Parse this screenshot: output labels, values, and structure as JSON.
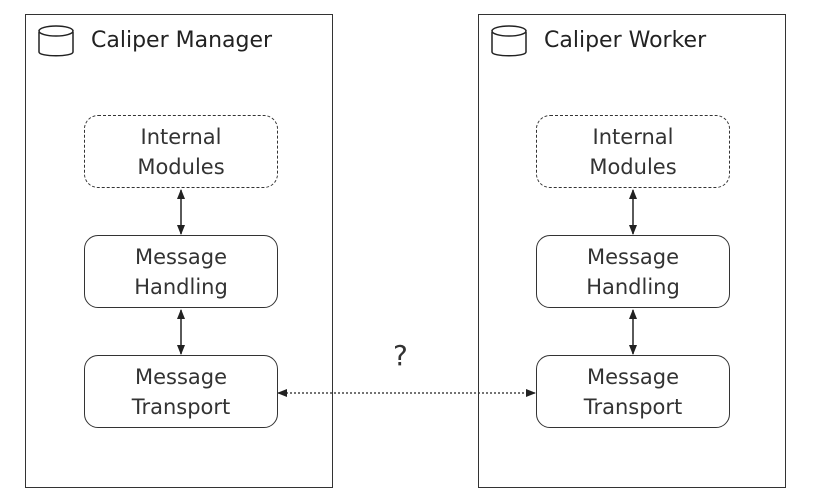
{
  "manager": {
    "title": "Caliper Manager",
    "icon": "database-icon",
    "internal_modules": [
      "Internal",
      "Modules"
    ],
    "message_handling": [
      "Message",
      "Handling"
    ],
    "message_transport": [
      "Message",
      "Transport"
    ]
  },
  "worker": {
    "title": "Caliper Worker",
    "icon": "database-icon",
    "internal_modules": [
      "Internal",
      "Modules"
    ],
    "message_handling": [
      "Message",
      "Handling"
    ],
    "message_transport": [
      "Message",
      "Transport"
    ]
  },
  "link": {
    "label": "?"
  }
}
